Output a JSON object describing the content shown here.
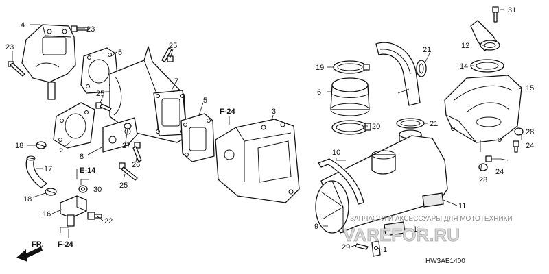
{
  "parts": {
    "p1": "1",
    "p2": "2",
    "p3": "3",
    "p4": "4",
    "p5": "5",
    "p5b": "5",
    "p6": "6",
    "p7": "7",
    "p8": "8",
    "p9": "9",
    "p10": "10",
    "p11a": "11",
    "p11b": "11",
    "p12": "12",
    "p14": "14",
    "p15": "15",
    "p16": "16",
    "p17": "17",
    "p18a": "18",
    "p18b": "18",
    "p19": "19",
    "p20": "20",
    "p21a": "21",
    "p21b": "21",
    "p22": "22",
    "p23a": "23",
    "p23b": "23",
    "p24a": "24",
    "p24b": "24",
    "p25a": "25",
    "p25b": "25",
    "p25c": "25",
    "p26": "26",
    "p27": "27",
    "p28a": "28",
    "p28b": "28",
    "p29": "29",
    "p30": "30",
    "p31": "31"
  },
  "refs": {
    "f24_top": "F-24",
    "f24_bottom": "F-24",
    "e14": "E-14",
    "front": "FR."
  },
  "watermark": {
    "text": "ЗАПЧАСТИ И АКСЕССУАРЫ ДЛЯ МОТОТЕХНИКИ",
    "logo": "VAREFOR.RU"
  },
  "diagram_code": "HW3AE1400"
}
